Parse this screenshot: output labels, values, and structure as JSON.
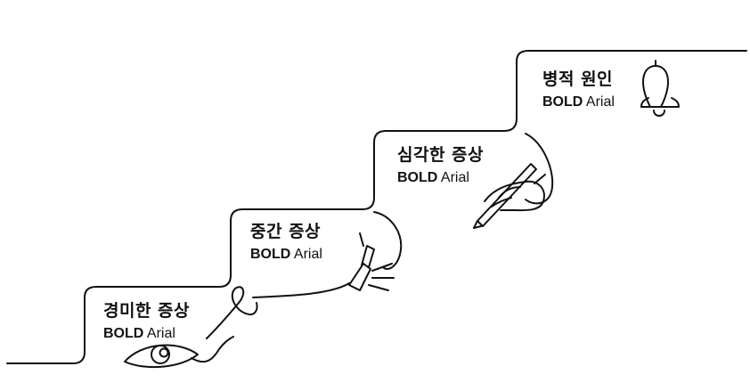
{
  "steps": [
    {
      "title": "경미한 증상",
      "sub_bold": "BOLD",
      "sub_regular": "Arial",
      "icon": "eye-icon"
    },
    {
      "title": "중간 증상",
      "sub_bold": "BOLD",
      "sub_regular": "Arial",
      "icon": "flashlight-icon"
    },
    {
      "title": "심각한 증상",
      "sub_bold": "BOLD",
      "sub_regular": "Arial",
      "icon": "hand-pen-icon"
    },
    {
      "title": "병적 원인",
      "sub_bold": "BOLD",
      "sub_regular": "Arial",
      "icon": "bell-icon"
    }
  ],
  "colors": {
    "line": "#111111",
    "background": "#ffffff"
  }
}
